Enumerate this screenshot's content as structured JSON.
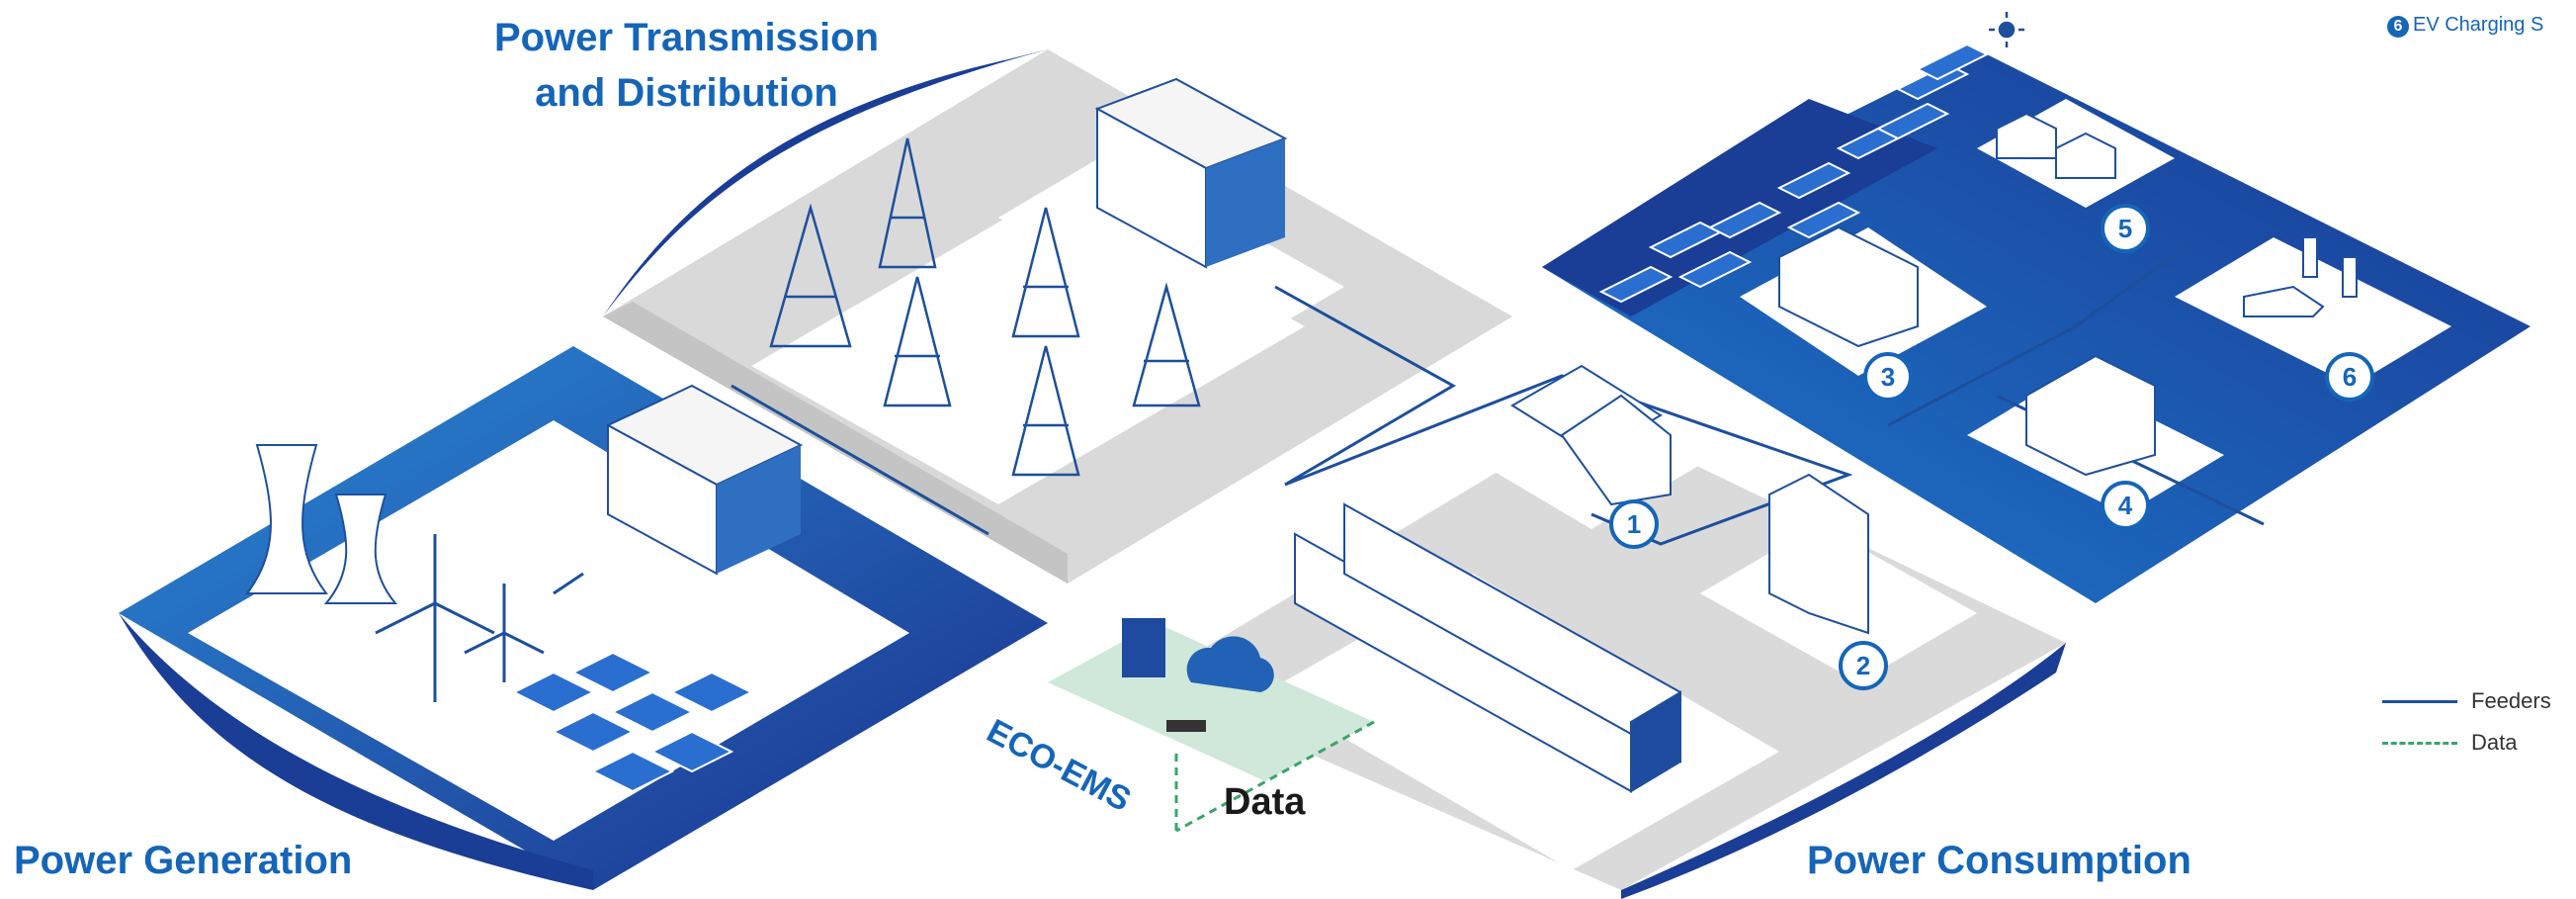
{
  "regions": {
    "generation": "Power Generation",
    "transmission_line1": "Power Transmission",
    "transmission_line2": "and Distribution",
    "consumption": "Power Consumption",
    "pv_array": "PV Array",
    "eco_ems": "ECO-EMS",
    "data": "Data"
  },
  "note": {
    "number": "6",
    "text": "EV Charging S"
  },
  "legend": [
    {
      "label": "Feeders"
    },
    {
      "label": "Data"
    }
  ],
  "badges": [
    "1",
    "2",
    "3",
    "4",
    "5",
    "6"
  ],
  "colors": {
    "platform_dark": "#1a3d96",
    "platform_light": "#1e7fd0",
    "ground_gray": "#e4e4e4",
    "lot_white": "#ffffff",
    "feeder_line": "#1d4f9c",
    "data_line": "#3aa56a",
    "accent_text": "#1565b8"
  }
}
